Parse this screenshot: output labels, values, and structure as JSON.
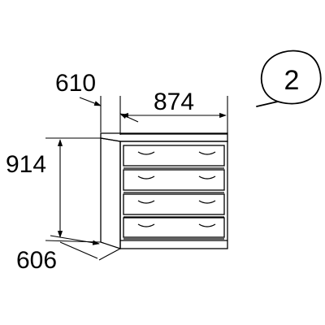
{
  "dimensions": {
    "depth_top": "610",
    "width": "874",
    "height": "914",
    "depth_bottom": "606"
  },
  "badge": {
    "number": "2"
  },
  "drawer_count": 4,
  "colors": {
    "line": "#000000",
    "background": "#ffffff"
  }
}
